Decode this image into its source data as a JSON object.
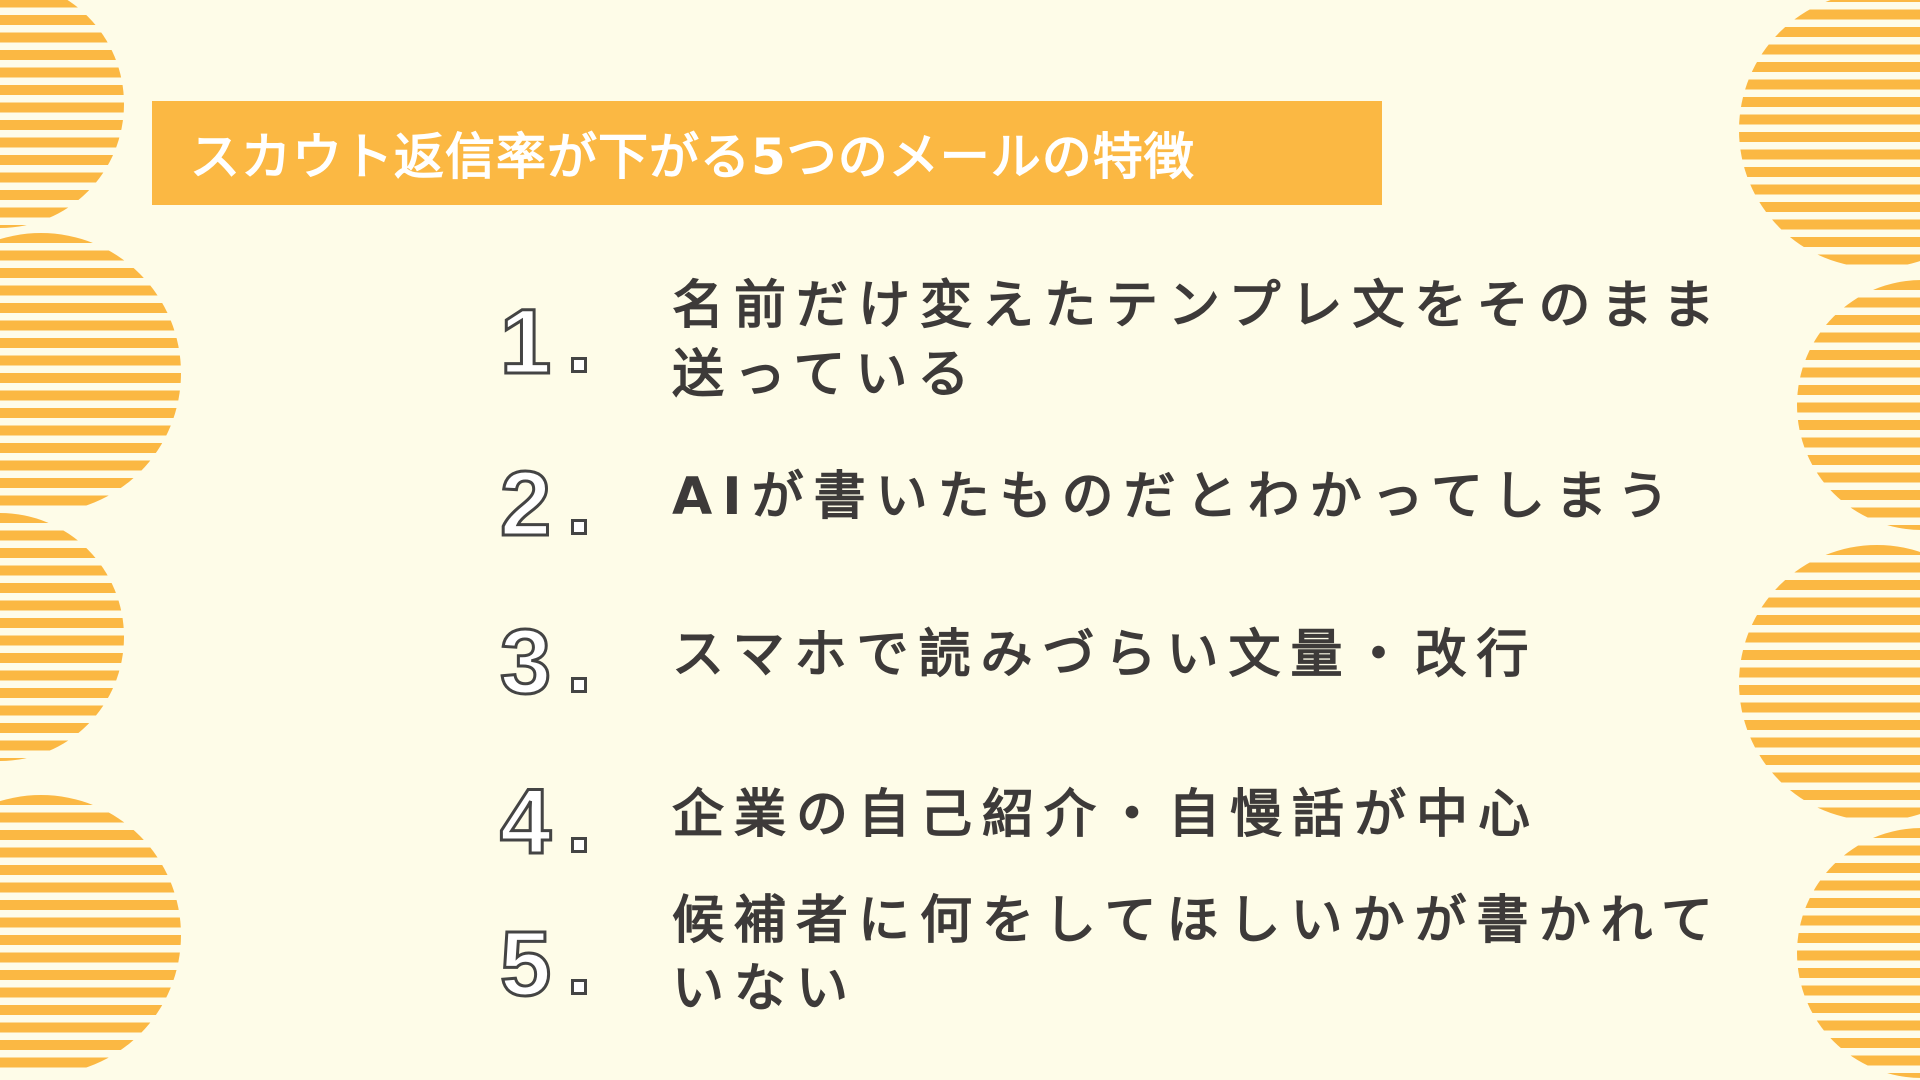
{
  "colors": {
    "background": "#FEFCE8",
    "accent": "#FBB843",
    "text": "#3D3A39",
    "number_outline": "#444444"
  },
  "title": "スカウト返信率が下がる5つのメールの特徴",
  "items": [
    {
      "number": "1",
      "lines": [
        "名前だけ変えたテンプレ文をそのまま",
        "送っている"
      ]
    },
    {
      "number": "2",
      "lines": [
        "AIが書いたものだとわかってしまう"
      ]
    },
    {
      "number": "3",
      "lines": [
        "スマホで読みづらい文量・改行"
      ]
    },
    {
      "number": "4",
      "lines": [
        "企業の自己紹介・自慢話が中心"
      ]
    },
    {
      "number": "5",
      "lines": [
        "候補者に何をしてほしいかが書かれて",
        "いない"
      ]
    }
  ],
  "decorations": {
    "left_circles": "striped-circle",
    "right_circles": "striped-circle"
  }
}
